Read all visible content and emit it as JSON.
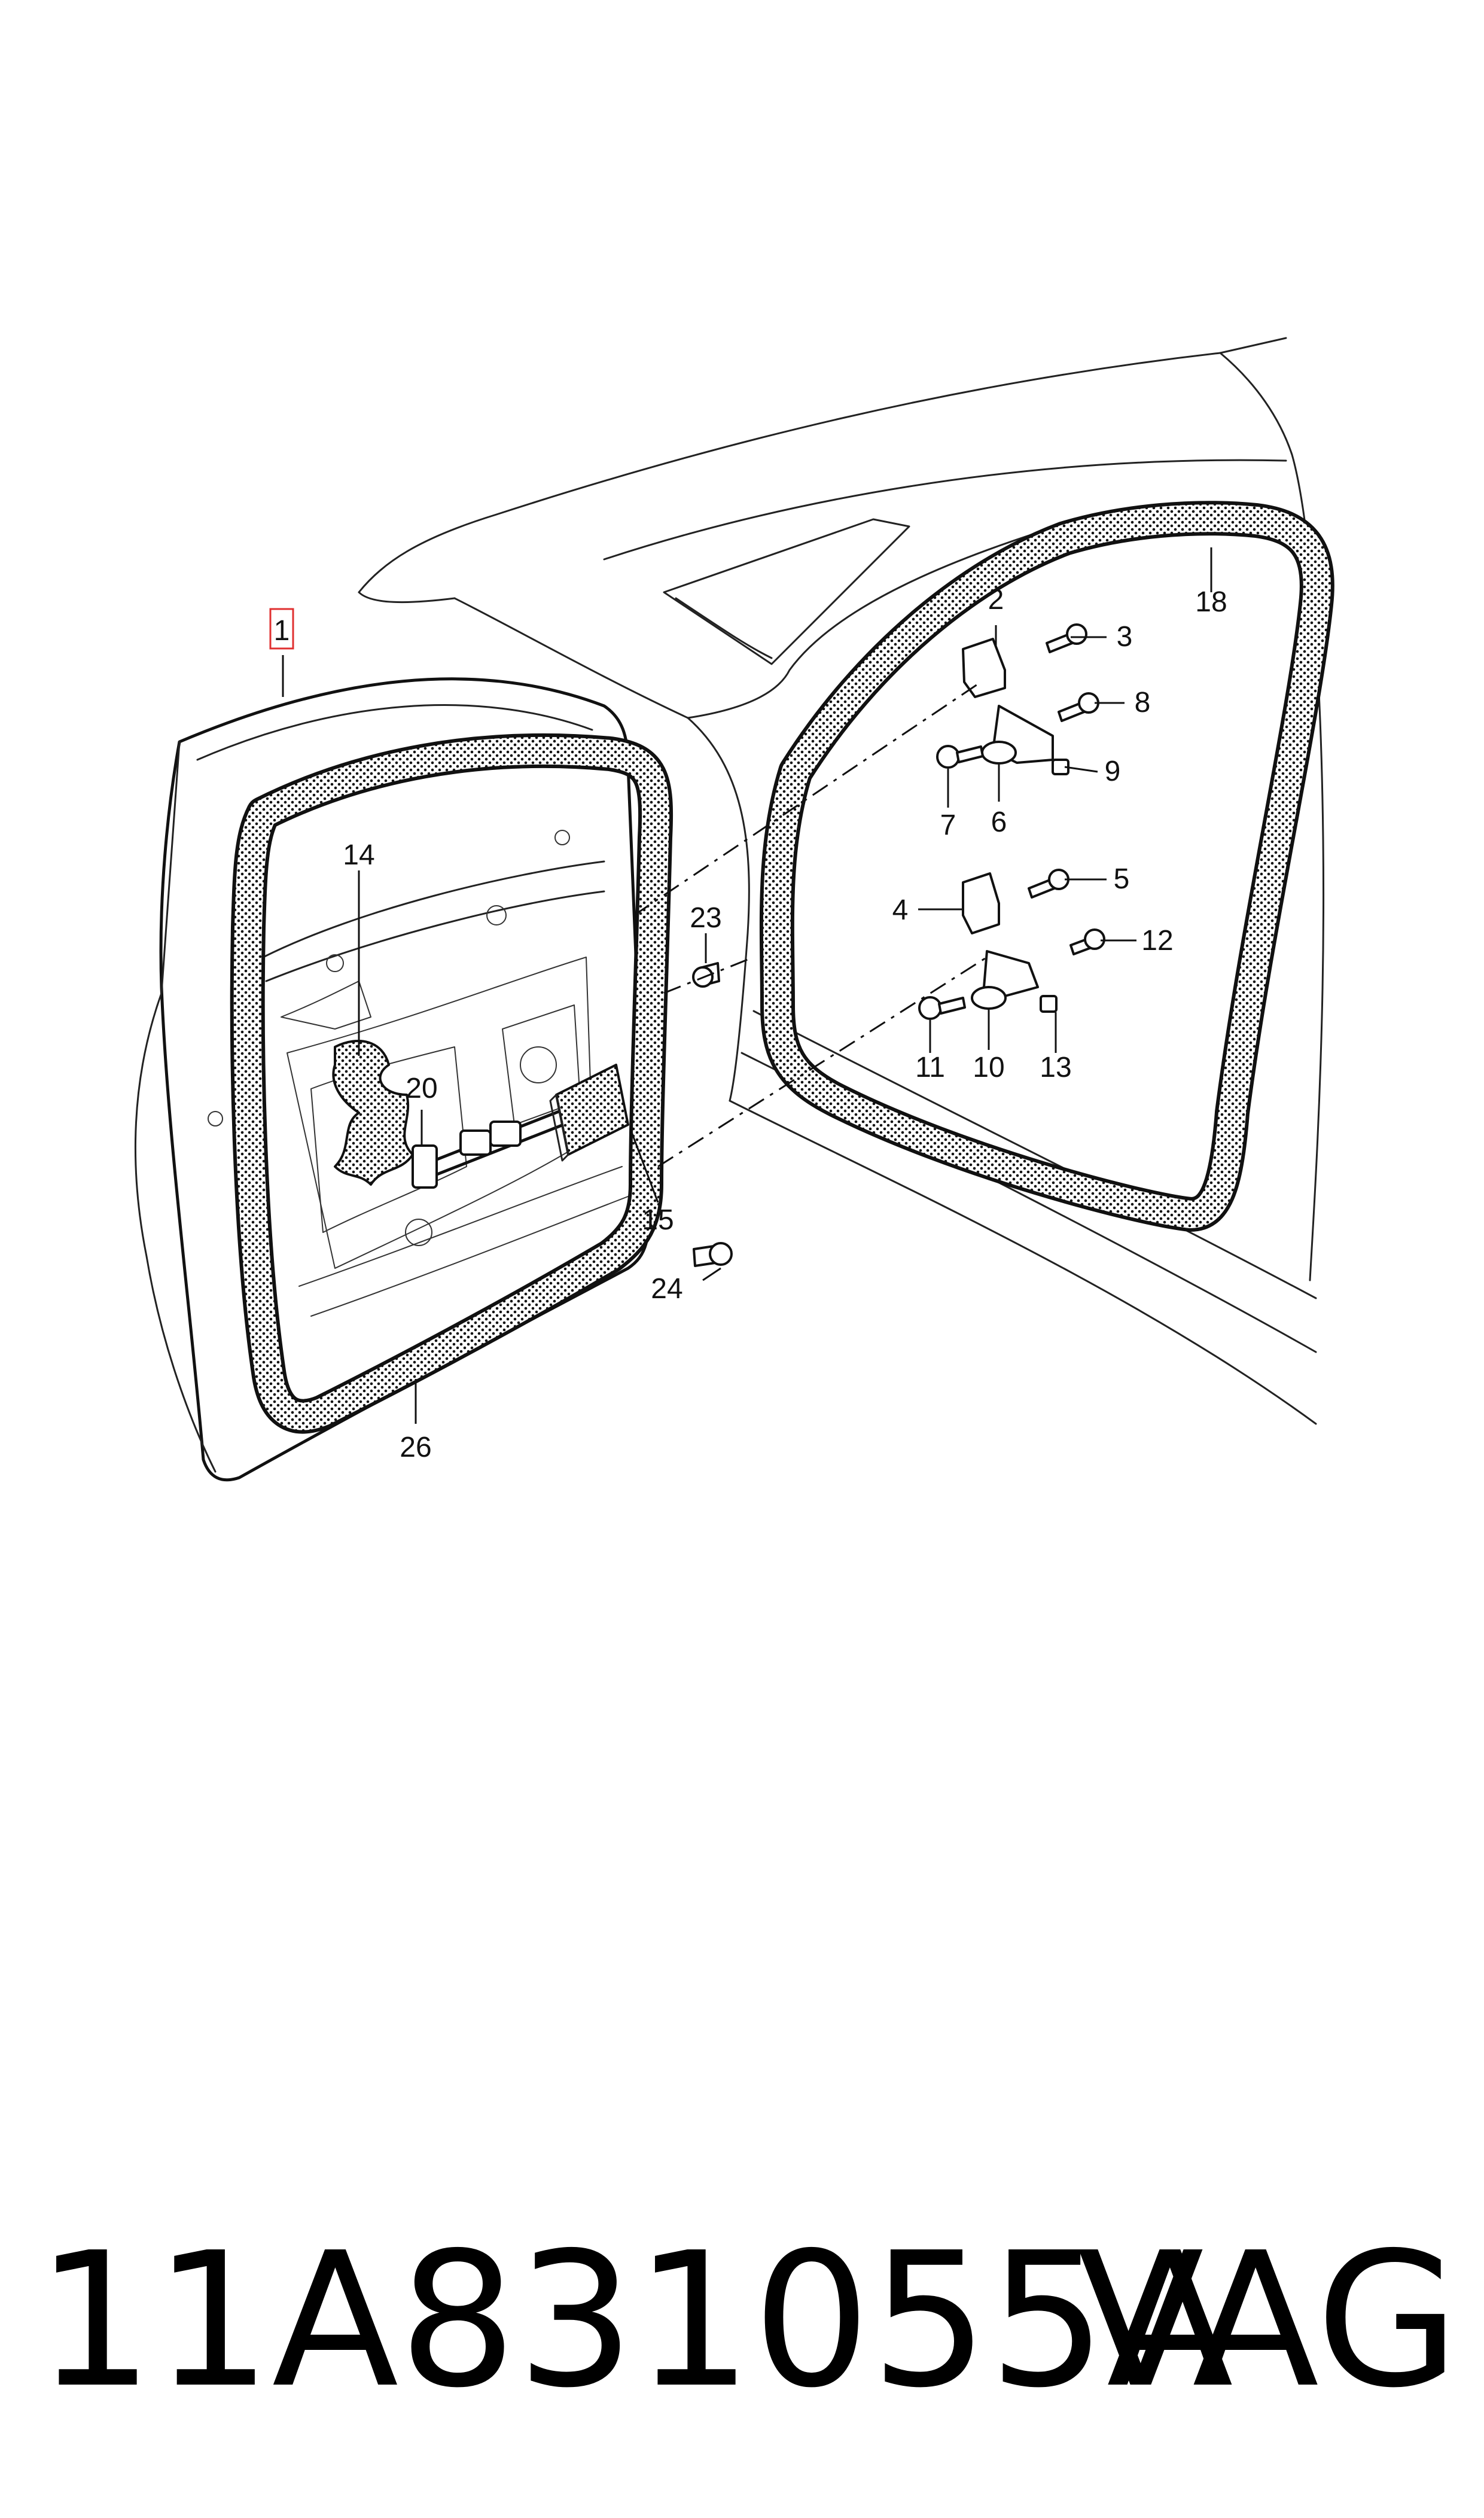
{
  "diagram": {
    "callouts": [
      {
        "id": "1",
        "label": "1",
        "boxed": true
      },
      {
        "id": "2",
        "label": "2"
      },
      {
        "id": "3",
        "label": "3"
      },
      {
        "id": "4",
        "label": "4"
      },
      {
        "id": "5",
        "label": "5"
      },
      {
        "id": "6",
        "label": "6"
      },
      {
        "id": "7",
        "label": "7"
      },
      {
        "id": "8",
        "label": "8"
      },
      {
        "id": "9",
        "label": "9"
      },
      {
        "id": "10",
        "label": "10"
      },
      {
        "id": "11",
        "label": "11"
      },
      {
        "id": "12",
        "label": "12"
      },
      {
        "id": "13",
        "label": "13"
      },
      {
        "id": "14",
        "label": "14"
      },
      {
        "id": "15",
        "label": "15"
      },
      {
        "id": "18",
        "label": "18"
      },
      {
        "id": "20",
        "label": "20"
      },
      {
        "id": "23",
        "label": "23"
      },
      {
        "id": "24",
        "label": "24"
      },
      {
        "id": "26",
        "label": "26"
      }
    ],
    "highlight_color": "#e03030",
    "line_color": "#111111"
  },
  "footer": {
    "part_number": "11A831055A",
    "vendor": "VAG"
  }
}
